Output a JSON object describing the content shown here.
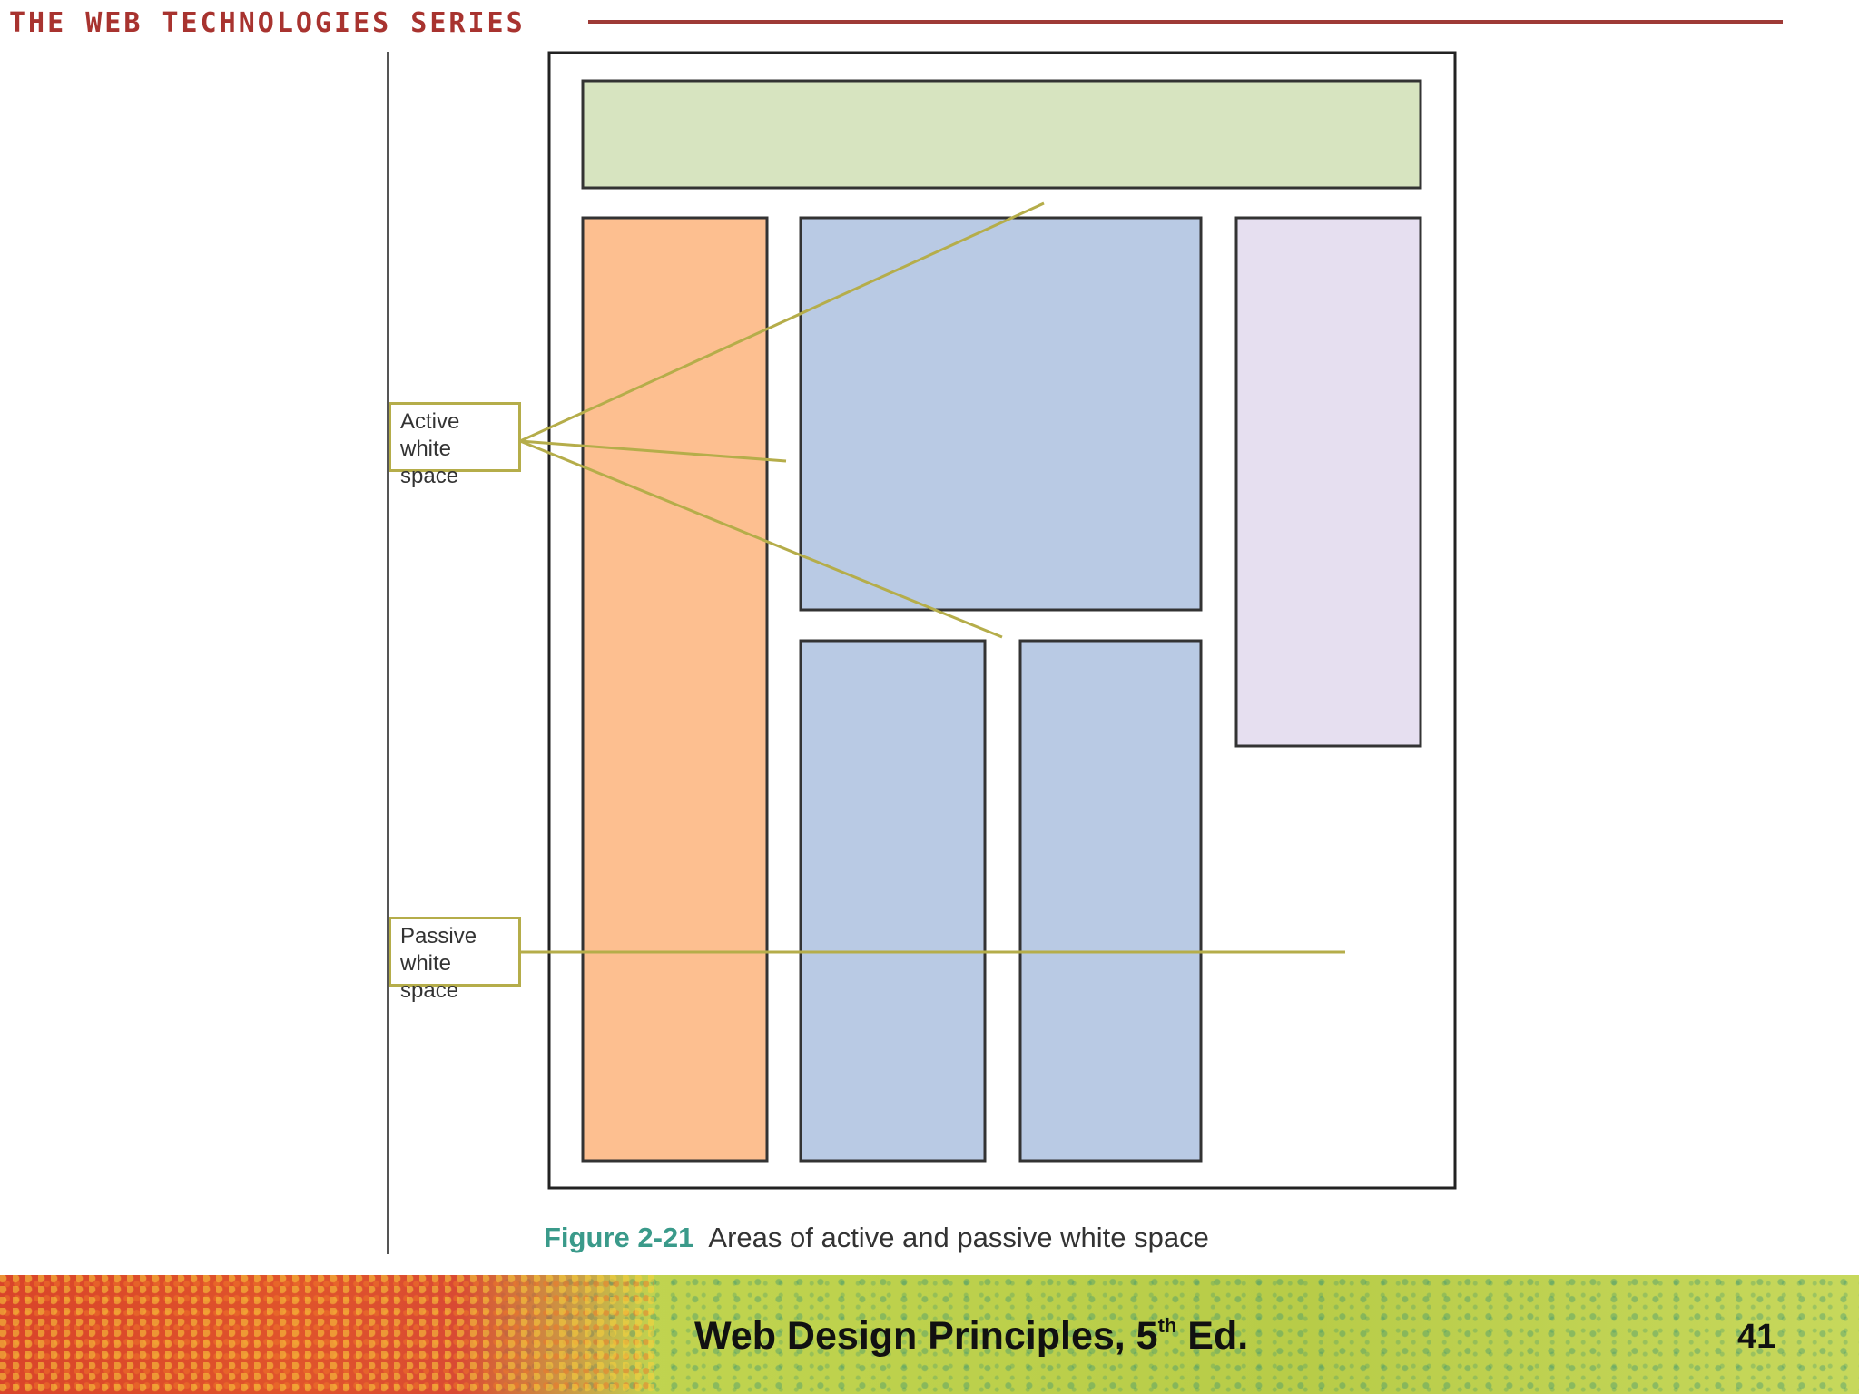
{
  "header": {
    "series_title": "THE WEB TECHNOLOGIES SERIES"
  },
  "figure": {
    "callouts": {
      "active": "Active white space",
      "passive": "Passive white space"
    },
    "caption": {
      "label": "Figure 2-21",
      "text": "Areas of active and passive white space"
    },
    "colors": {
      "header_block": "#d7e4c0",
      "left_column": "#fdbf90",
      "content_blocks": "#b9cae4",
      "right_column": "#e6dff0",
      "callout_lines": "#b5ad4a",
      "page_outline": "#222222"
    }
  },
  "footer": {
    "title_main": "Web Design Principles, 5",
    "title_sup": "th",
    "title_end": " Ed.",
    "page_number": "41"
  },
  "colors": {
    "series_title": "#a8332f",
    "header_rule": "#9e3a36",
    "caption_label": "#3a9a8a"
  }
}
